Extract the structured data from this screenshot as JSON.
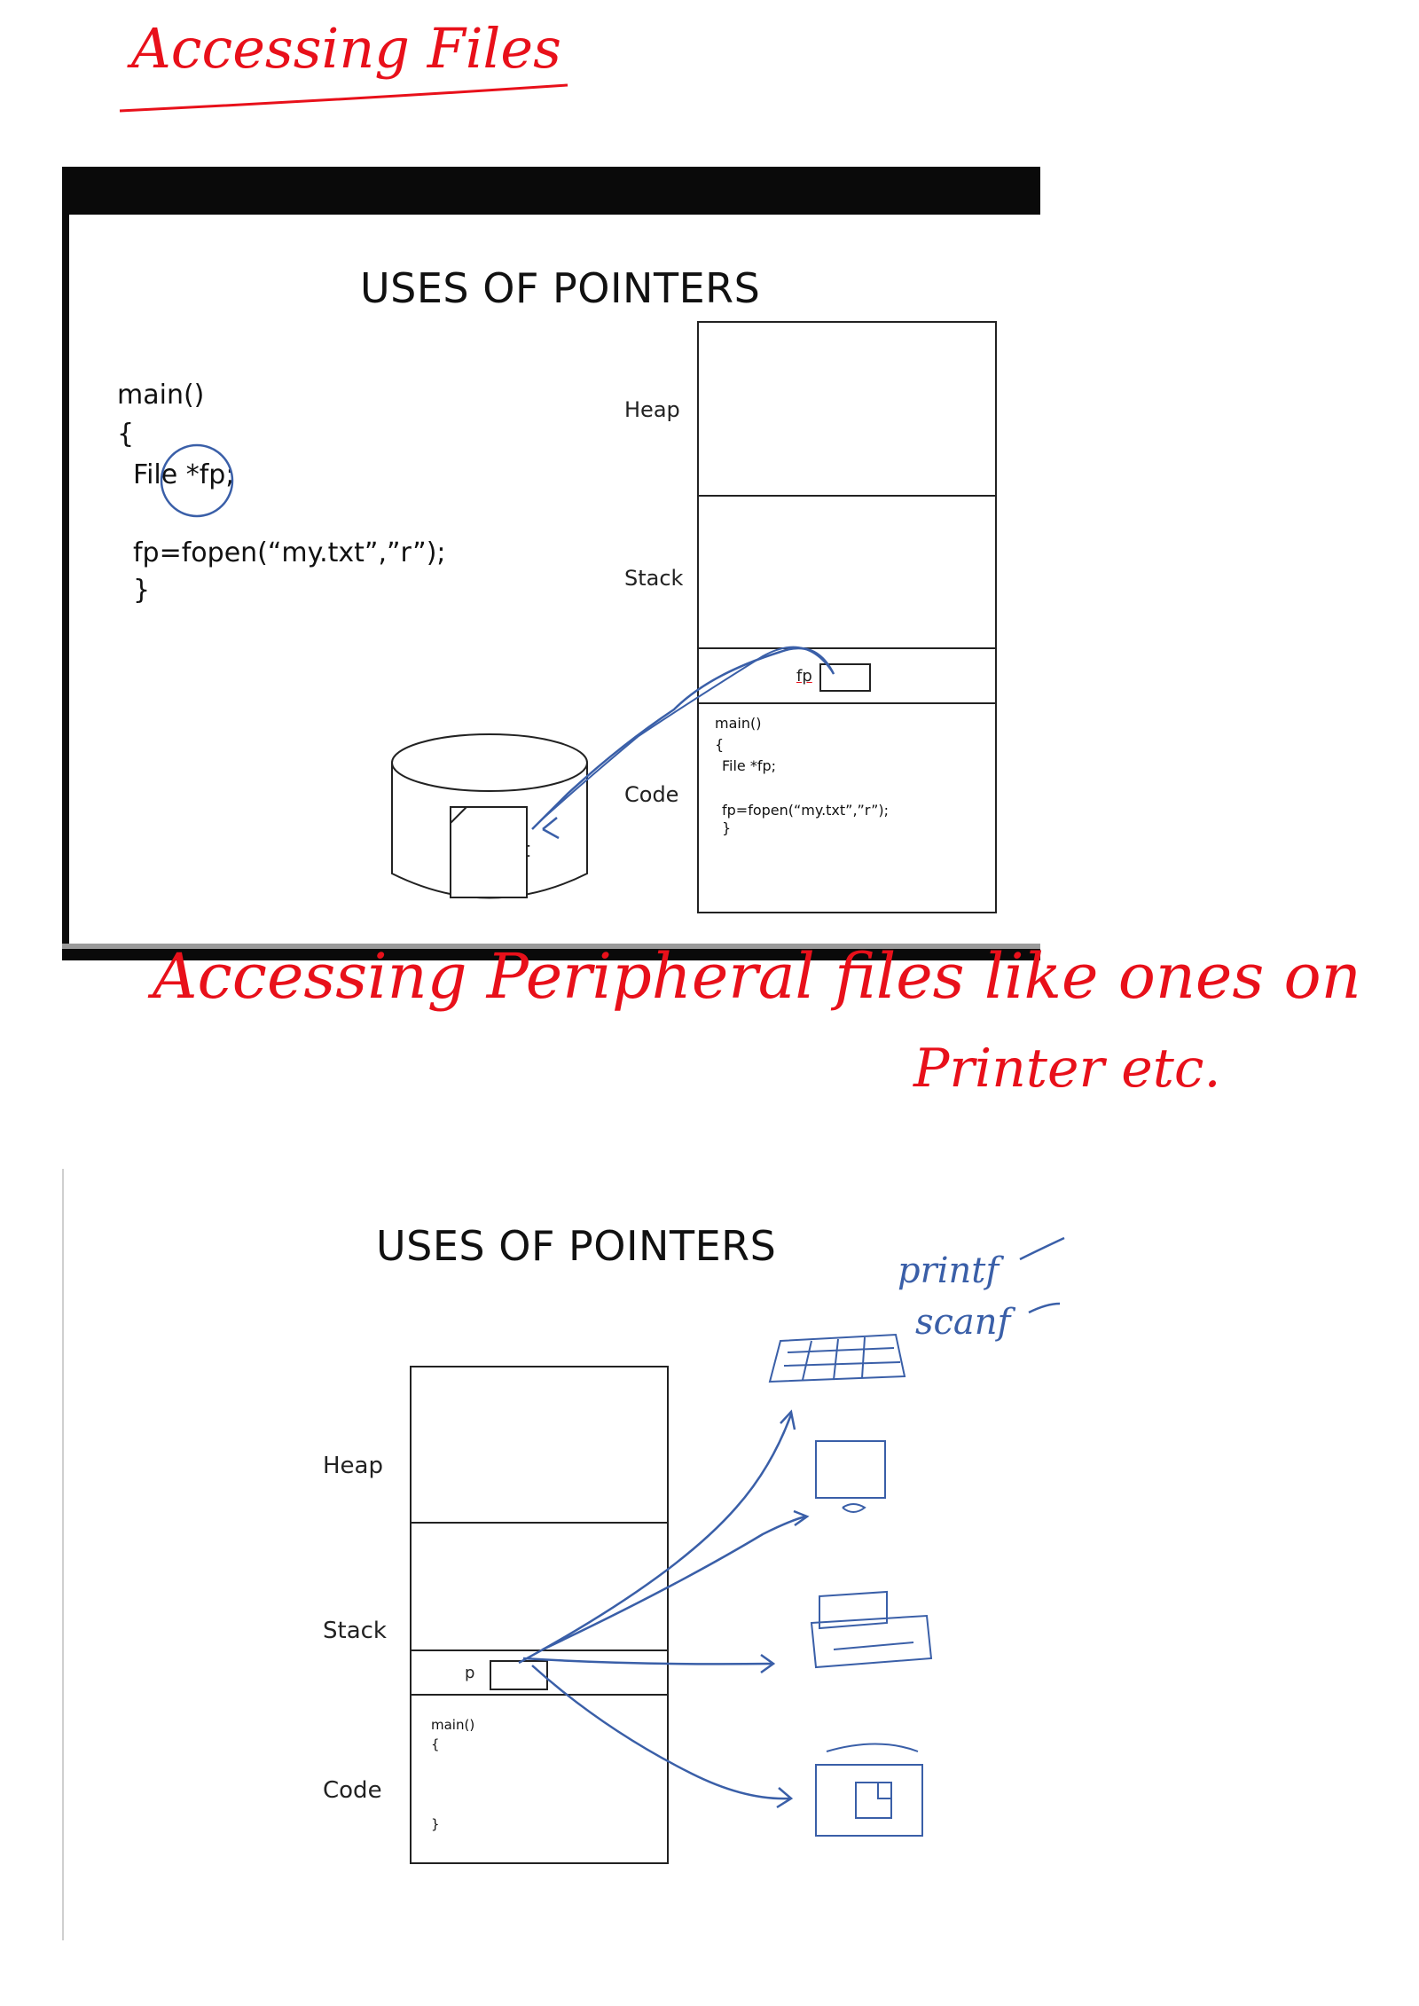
{
  "headings": {
    "top": "Accessing Files",
    "middle_line1": "Accessing Peripheral files like ones on",
    "middle_line2": "Printer etc."
  },
  "slide1": {
    "title": "USES OF POINTERS",
    "code_lines": [
      "main()",
      "{",
      "File *fp;",
      "",
      "fp=fopen(“my.txt”,”r”);",
      "}"
    ],
    "memory_labels": {
      "heap": "Heap",
      "stack": "Stack",
      "code": "Code"
    },
    "stack_var": "fp",
    "mini_code": [
      "main()",
      "{",
      "File *fp;",
      "",
      "fp=fopen(“my.txt”,”r”);",
      "}"
    ],
    "file_name": "my.txt"
  },
  "slide2": {
    "title": "USES OF POINTERS",
    "memory_labels": {
      "heap": "Heap",
      "stack": "Stack",
      "code": "Code"
    },
    "stack_var": "p",
    "mini_code": [
      "main()",
      "{",
      "",
      "}"
    ],
    "annotations": [
      "printf",
      "scanf"
    ],
    "devices": [
      "keyboard-icon",
      "monitor-icon",
      "printer-icon",
      "scanner-icon"
    ]
  },
  "colors": {
    "annotation_red": "#e8101a",
    "pen_blue": "#3a5fa8",
    "slide_bar": "#0a0a0a"
  }
}
